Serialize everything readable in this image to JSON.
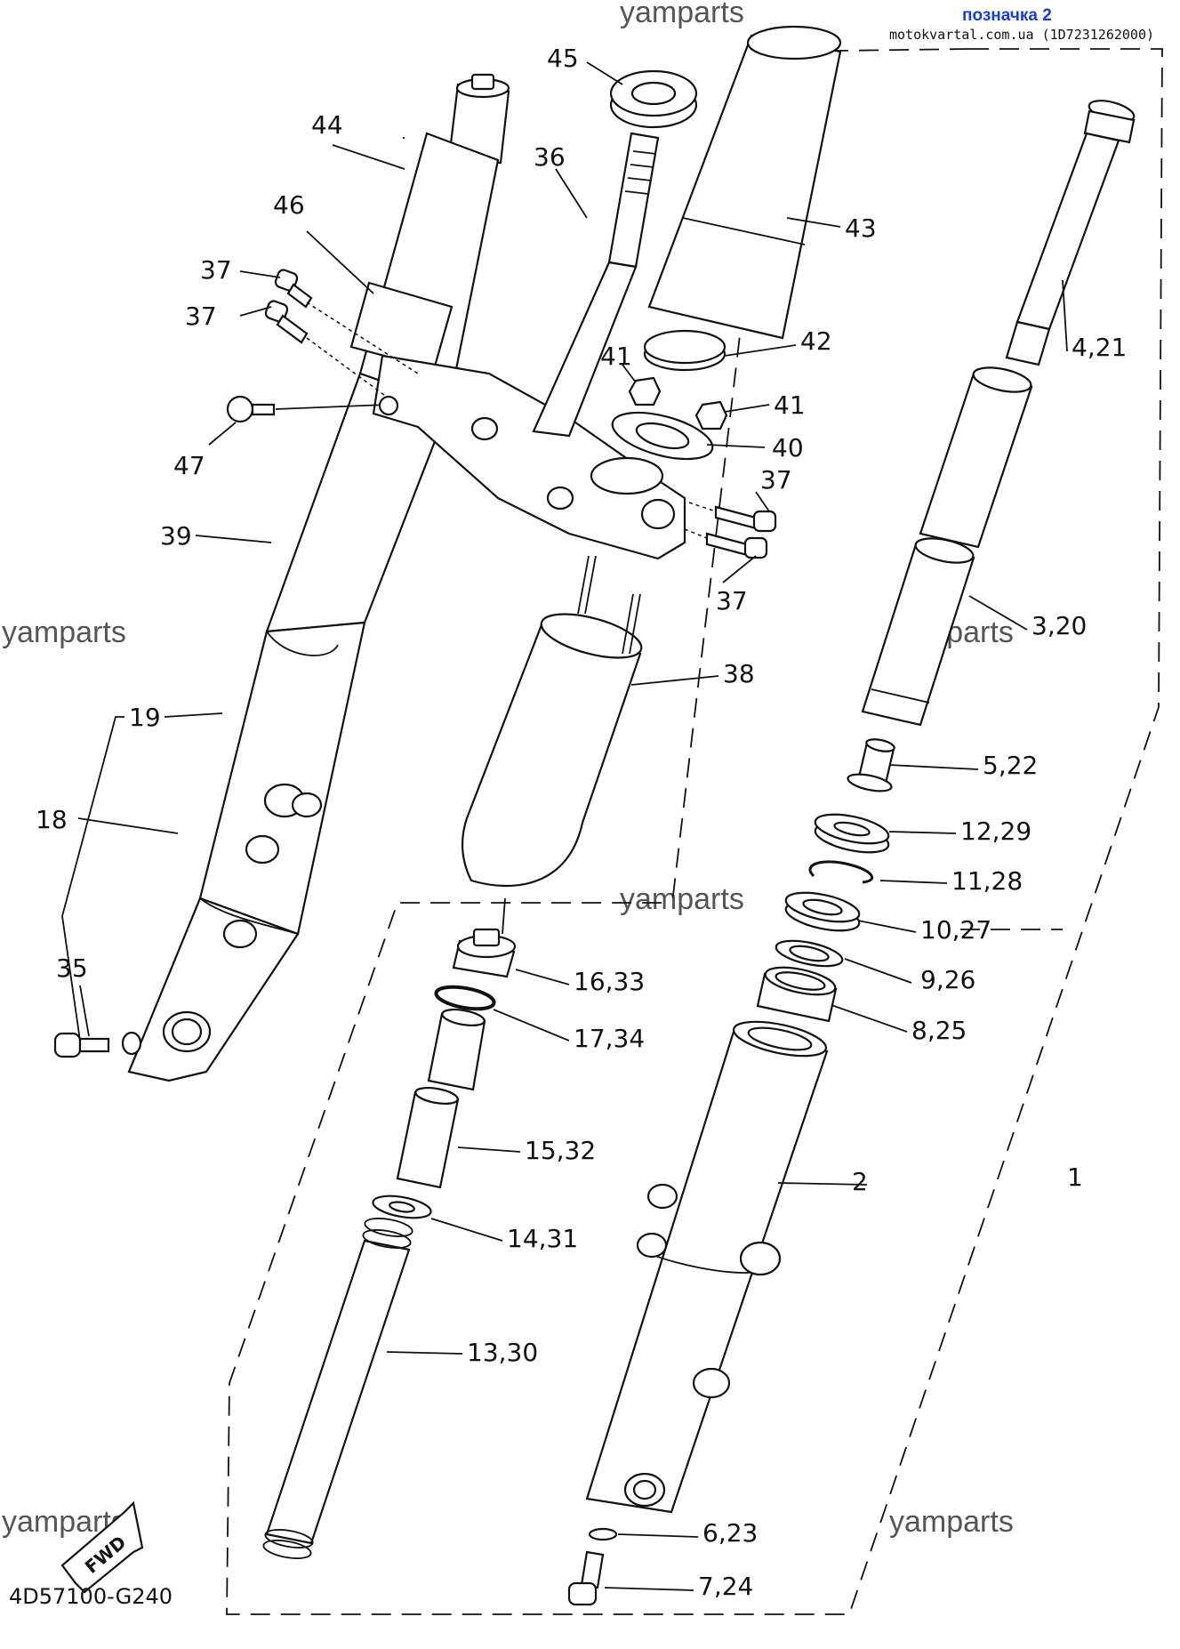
{
  "header": {
    "tag": "позначка 2",
    "source": "motokvartal.com.ua (1D7231262000)"
  },
  "watermark": "yamparts",
  "diagram_code": "4D57100-G240",
  "fwd_label": "FWD",
  "callouts": {
    "c1": "1",
    "c2": "2",
    "c3_20": "3,20",
    "c4_21": "4,21",
    "c5_22": "5,22",
    "c6_23": "6,23",
    "c7_24": "7,24",
    "c8_25": "8,25",
    "c9_26": "9,26",
    "c10_27": "10,27",
    "c11_28": "11,28",
    "c12_29": "12,29",
    "c13_30": "13,30",
    "c14_31": "14,31",
    "c15_32": "15,32",
    "c16_33": "16,33",
    "c17_34": "17,34",
    "c18": "18",
    "c19": "19",
    "c35": "35",
    "c36": "36",
    "c37a": "37",
    "c37b": "37",
    "c37c": "37",
    "c37d": "37",
    "c38": "38",
    "c39": "39",
    "c40": "40",
    "c41a": "41",
    "c41b": "41",
    "c42": "42",
    "c43": "43",
    "c44": "44",
    "c45": "45",
    "c46": "46",
    "c47": "47"
  }
}
